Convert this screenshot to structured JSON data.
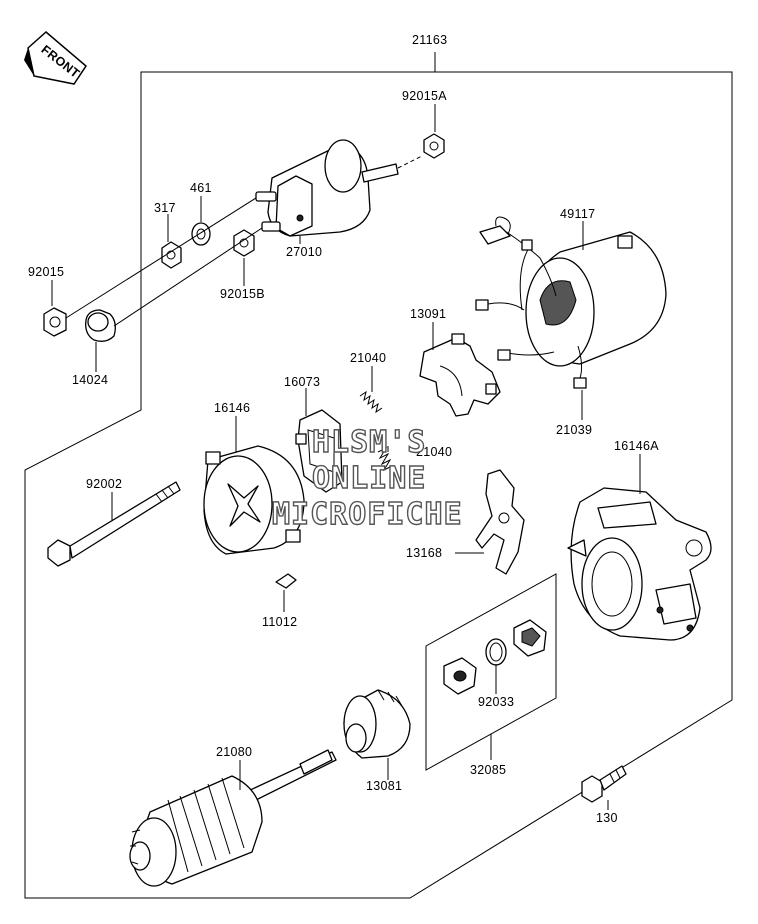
{
  "front_badge": "FRONT",
  "watermark": {
    "line1": "HLSM'S",
    "line2": "ONLINE",
    "line3": "MICROFICHE"
  },
  "parts": {
    "p21163": "21163",
    "p92015A": "92015A",
    "p461": "461",
    "p317": "317",
    "p92015": "92015",
    "p27010": "27010",
    "p92015B": "92015B",
    "p14024": "14024",
    "p49117": "49117",
    "p13091": "13091",
    "p21040a": "21040",
    "p16073": "16073",
    "p16146": "16146",
    "p21040b": "21040",
    "p21039": "21039",
    "p16146A": "16146A",
    "p92002": "92002",
    "p13168": "13168",
    "p11012": "11012",
    "p92033": "92033",
    "p21080": "21080",
    "p13081": "13081",
    "p32085": "32085",
    "p130": "130"
  }
}
